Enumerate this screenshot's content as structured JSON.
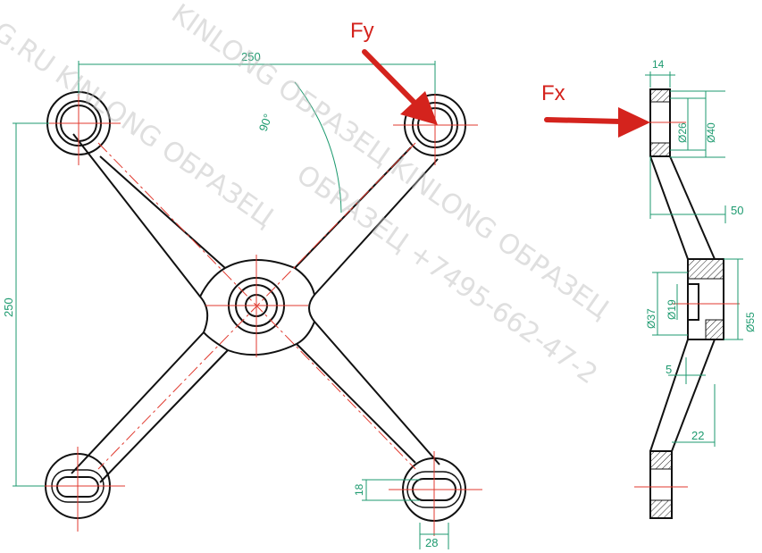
{
  "front_view": {
    "dim_horizontal": "250",
    "dim_vertical": "250",
    "dim_angle": "90°",
    "dim_slot_height": "18",
    "dim_slot_width": "28"
  },
  "side_view": {
    "dim_thickness": "14",
    "dim_bore_small": "Ø26",
    "dim_bore_large": "Ø40",
    "dim_offset": "50",
    "dim_hub_inner": "Ø37",
    "dim_hub_bore": "Ø19",
    "dim_hub_outer": "Ø55",
    "dim_step": "5",
    "dim_base": "22"
  },
  "forces": {
    "fy_label": "Fy",
    "fx_label": "Fx"
  },
  "watermark": {
    "line1": "KINLONG ОБРАЗЕЦ KINLONG ОБРАЗЕЦ",
    "line2": "ОБРАЗЕЦ +7495-662-47-2",
    "line3": "G.RU KINLONG ОБРАЗЕЦ"
  },
  "colors": {
    "line": "#111111",
    "centerline": "#e03a2f",
    "dimension": "#1d9a6f",
    "force": "#d4231d"
  }
}
